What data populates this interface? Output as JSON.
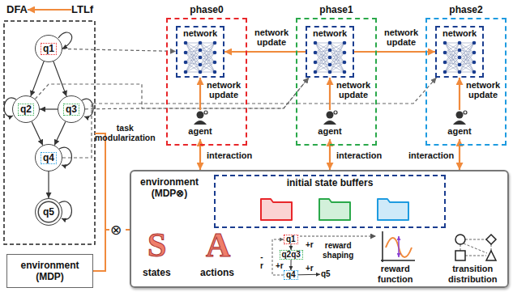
{
  "diagram": {
    "nodes": [
      {
        "text": [
          "DFA"
        ]
      },
      {
        "text": [
          "LTLf"
        ]
      },
      {
        "text": [
          "q1"
        ]
      },
      {
        "text": [
          "q2"
        ]
      },
      {
        "text": [
          "q3"
        ]
      },
      {
        "text": [
          "q4"
        ]
      },
      {
        "text": [
          "q5"
        ]
      },
      {
        "text": [
          "phase0"
        ]
      },
      {
        "text": [
          "network"
        ],
        "in": 7
      },
      {
        "text": [
          "agent"
        ],
        "in": 7
      },
      {
        "text": [
          "phase1"
        ]
      },
      {
        "text": [
          "network"
        ],
        "in": 10
      },
      {
        "text": [
          "agent"
        ],
        "in": 10
      },
      {
        "text": [
          "phase2"
        ]
      },
      {
        "text": [
          "network"
        ],
        "in": 13
      },
      {
        "text": [
          "agent"
        ],
        "in": 13
      },
      {
        "text": [
          "environment (MDP)"
        ]
      },
      {
        "text": [
          "environment (MDP⊗)"
        ]
      },
      {
        "text": [
          "initial state buffers"
        ],
        "in": 17
      },
      {
        "text": [
          "q1"
        ],
        "in": 17
      },
      {
        "text": [
          "q2q3"
        ],
        "in": 17
      },
      {
        "text": [
          "q4"
        ],
        "in": 17
      },
      {
        "text": [
          "q5"
        ],
        "in": 17
      }
    ],
    "edges": [
      {
        "from": 1,
        "to": 0,
        "arrow": "to"
      },
      {
        "from": 2,
        "to": 3,
        "arrow": "to"
      },
      {
        "from": 2,
        "to": 4,
        "arrow": "to"
      },
      {
        "from": 4,
        "to": 3,
        "arrow": "to"
      },
      {
        "from": 3,
        "to": 5,
        "arrow": "to"
      },
      {
        "from": 4,
        "to": 5,
        "arrow": "to"
      },
      {
        "from": 5,
        "to": 6,
        "arrow": "to"
      },
      {
        "from": 2,
        "to": 8,
        "arrow": "to"
      },
      {
        "from": 3,
        "to": 11,
        "arrow": "to"
      },
      {
        "from": 4,
        "to": 11,
        "arrow": "to"
      },
      {
        "from": 5,
        "to": 14,
        "arrow": "to"
      },
      {
        "from": 11,
        "to": 8,
        "arrow": "to",
        "label": "network update"
      },
      {
        "from": 11,
        "to": 14,
        "arrow": "to",
        "label": "network update"
      },
      {
        "from": 9,
        "to": 8,
        "arrow": "to",
        "label": "network update"
      },
      {
        "from": 12,
        "to": 11,
        "arrow": "to",
        "label": "network update"
      },
      {
        "from": 15,
        "to": 14,
        "arrow": "to",
        "label": "network update"
      },
      {
        "from": 9,
        "to": 17,
        "arrow": "both",
        "label": "interaction"
      },
      {
        "from": 12,
        "to": 17,
        "arrow": "both",
        "label": "interaction"
      },
      {
        "from": 15,
        "to": 17,
        "arrow": "both",
        "label": "interaction"
      },
      {
        "from": 19,
        "to": 20,
        "arrow": "to",
        "label": "+r"
      },
      {
        "from": 20,
        "to": 21,
        "arrow": "to",
        "label": "+r"
      },
      {
        "from": 21,
        "to": 19,
        "arrow": "to",
        "label": "-r"
      },
      {
        "from": 21,
        "to": 22,
        "arrow": "to",
        "label": "+r"
      }
    ],
    "labels": [
      "task modularization",
      "⊗",
      "S",
      "states",
      "A",
      "actions",
      "reward shaping",
      "reward function",
      "transition distribution"
    ]
  }
}
